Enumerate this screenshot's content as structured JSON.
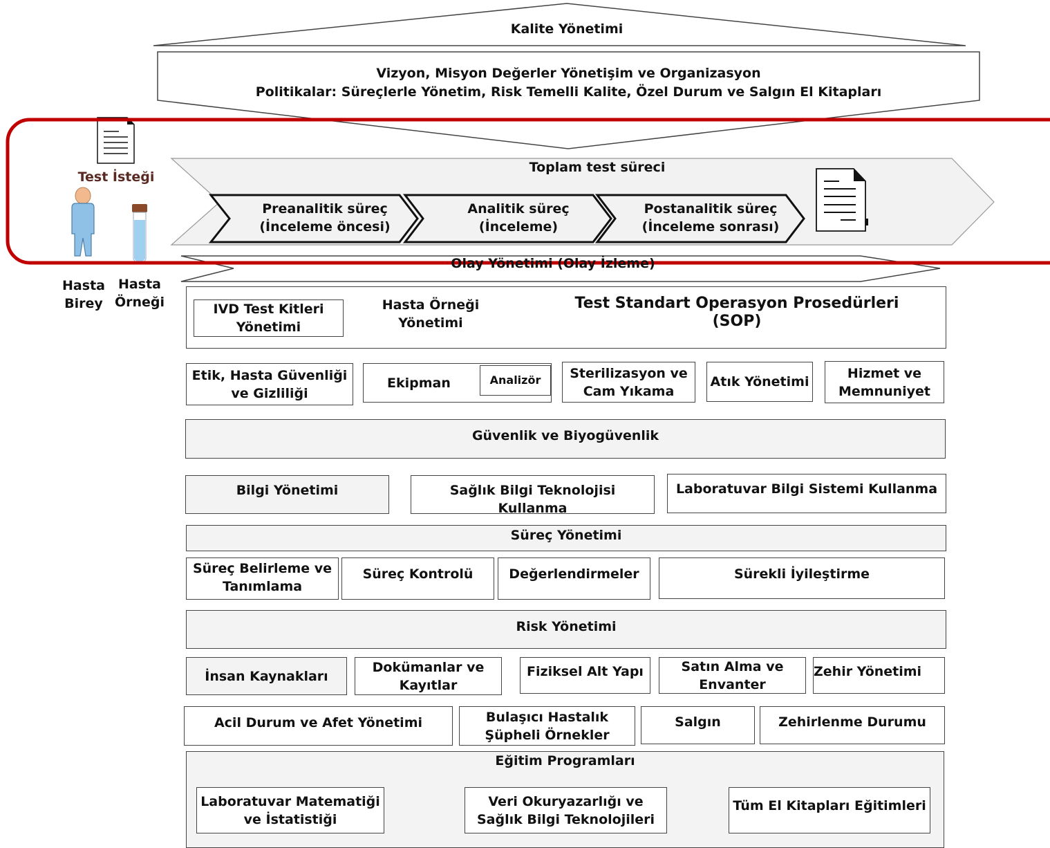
{
  "kalite": "Kalite Yönetimi",
  "vizyon": {
    "line1": "Vizyon, Misyon Değerler Yönetişim ve Organizasyon",
    "line2": "Politikalar: Süreçlerle Yönetim, Risk Temelli Kalite, Özel Durum ve Salgın El Kitapları"
  },
  "test_istegi": "Test İsteği",
  "toplam": "Toplam test süreci",
  "processes": [
    "Preanalitik süreç\n(İnceleme öncesi)",
    "Analitik süreç\n(İnceleme)",
    "Postanalitik süreç\n(İnceleme sonrası)"
  ],
  "olay": "Olay Yönetimi (Olay İzleme)",
  "hasta_birey": "Hasta\nBirey",
  "hasta_ornegi": "Hasta\nÖrneği",
  "sop": {
    "ivd": "IVD Test Kitleri Yönetimi",
    "ornek_yonetimi": "Hasta Örneği Yönetimi",
    "title": "Test Standart Operasyon Prosedürleri (SOP)"
  },
  "row1": {
    "etik": "Etik, Hasta Güvenliği ve Gizliliği",
    "ekipman": "Ekipman",
    "analizor": "Analizör",
    "sterilizasyon": "Sterilizasyon ve Cam Yıkama",
    "atik": "Atık Yönetimi",
    "hizmet": "Hizmet ve Memnuniyet"
  },
  "guvenlik": "Güvenlik ve Biyogüvenlik",
  "bilgi": {
    "yonetimi": "Bilgi Yönetimi",
    "saglik": "Sağlık Bilgi Teknolojisi Kullanma",
    "lab": "Laboratuvar Bilgi Sistemi Kullanma"
  },
  "surec": {
    "title": "Süreç Yönetimi",
    "belirleme": "Süreç Belirleme ve Tanımlama",
    "kontrol": "Süreç Kontrolü",
    "degerlendirme": "Değerlendirmeler",
    "iyilestirme": "Sürekli İyileştirme"
  },
  "risk": "Risk Yönetimi",
  "row_ik": {
    "insan": "İnsan Kaynakları",
    "dokuman": "Dokümanlar ve Kayıtlar",
    "fiziksel": "Fiziksel Alt Yapı",
    "satin": "Satın Alma ve Envanter",
    "zehir": "Zehir Yönetimi"
  },
  "row_acil": {
    "acil": "Acil Durum ve Afet Yönetimi",
    "bulasici": "Bulaşıcı Hastalık Şüpheli Örnekler",
    "salgin": "Salgın",
    "zehirlenme": "Zehirlenme Durumu"
  },
  "egitim": {
    "title": "Eğitim Programları",
    "matematik": "Laboratuvar Matematiği ve İstatistiği",
    "veri": "Veri Okuryazarlığı ve Sağlık Bilgi Teknolojileri",
    "tum": "Tüm El Kitapları Eğitimleri"
  },
  "colors": {
    "highlight": "#c00000",
    "border": "#444444",
    "gray_fill": "#f3f3f3",
    "test_istegi_text": "#5a2a22"
  }
}
